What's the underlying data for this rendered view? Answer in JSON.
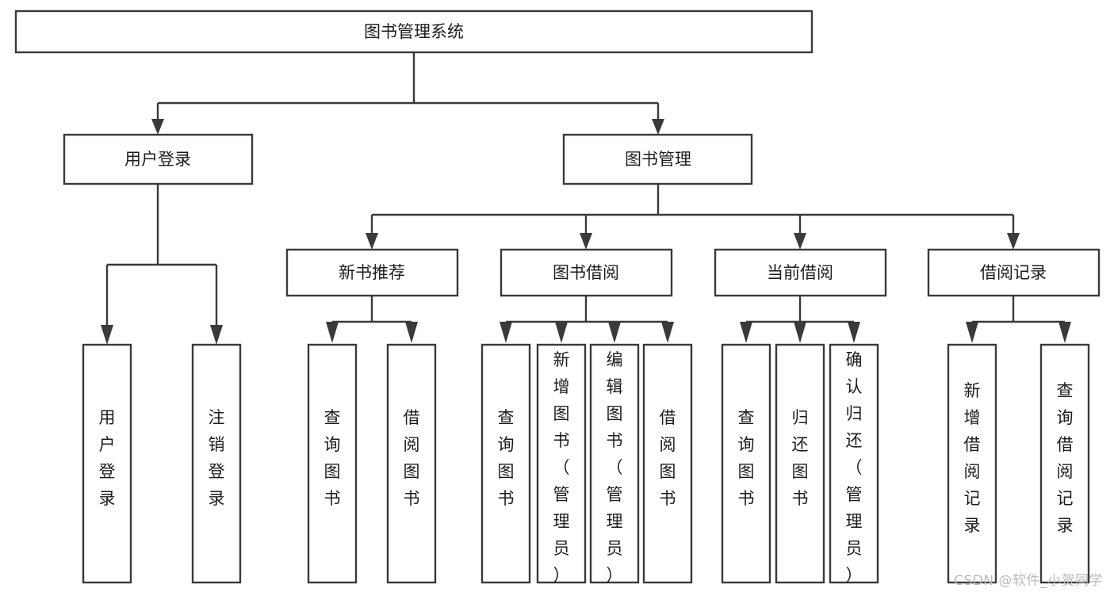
{
  "diagram": {
    "type": "tree",
    "title": "图书管理系统",
    "orientation": "top-down",
    "style": {
      "background": "#ffffff",
      "box_fill": "#ffffff",
      "box_stroke": "#3a3a3a",
      "text_color": "#1c1c1c",
      "watermark_color": "#b9b9b9"
    },
    "root": {
      "id": "root",
      "label": "图书管理系统"
    },
    "level2": [
      {
        "id": "user-login",
        "label": "用户登录"
      },
      {
        "id": "book-manage",
        "label": "图书管理"
      }
    ],
    "level3": [
      {
        "id": "new-book-recommend",
        "label": "新书推荐",
        "parent": "book-manage"
      },
      {
        "id": "book-borrow",
        "label": "图书借阅",
        "parent": "book-manage"
      },
      {
        "id": "current-borrow",
        "label": "当前借阅",
        "parent": "book-manage"
      },
      {
        "id": "borrow-record",
        "label": "借阅记录",
        "parent": "book-manage"
      }
    ],
    "leaves": {
      "user-login": [
        {
          "id": "leaf-user-login",
          "label": "用户登录"
        },
        {
          "id": "leaf-logout",
          "label": "注销登录"
        }
      ],
      "new-book-recommend": [
        {
          "id": "leaf-query-book-1",
          "label": "查询图书"
        },
        {
          "id": "leaf-borrow-book-1",
          "label": "借阅图书"
        }
      ],
      "book-borrow": [
        {
          "id": "leaf-query-book-2",
          "label": "查询图书"
        },
        {
          "id": "leaf-add-book",
          "label": "新增图书（管理员）"
        },
        {
          "id": "leaf-edit-book",
          "label": "编辑图书（管理员）"
        },
        {
          "id": "leaf-borrow-book-2",
          "label": "借阅图书"
        }
      ],
      "current-borrow": [
        {
          "id": "leaf-query-book-3",
          "label": "查询图书"
        },
        {
          "id": "leaf-return-book",
          "label": "归还图书"
        },
        {
          "id": "leaf-confirm-return",
          "label": "确认归还（管理员）"
        }
      ],
      "borrow-record": [
        {
          "id": "leaf-add-record",
          "label": "新增借阅记录"
        },
        {
          "id": "leaf-query-record",
          "label": "查询借阅记录"
        }
      ]
    }
  },
  "watermark": {
    "text": "CSDN @软件_小贺同学"
  }
}
